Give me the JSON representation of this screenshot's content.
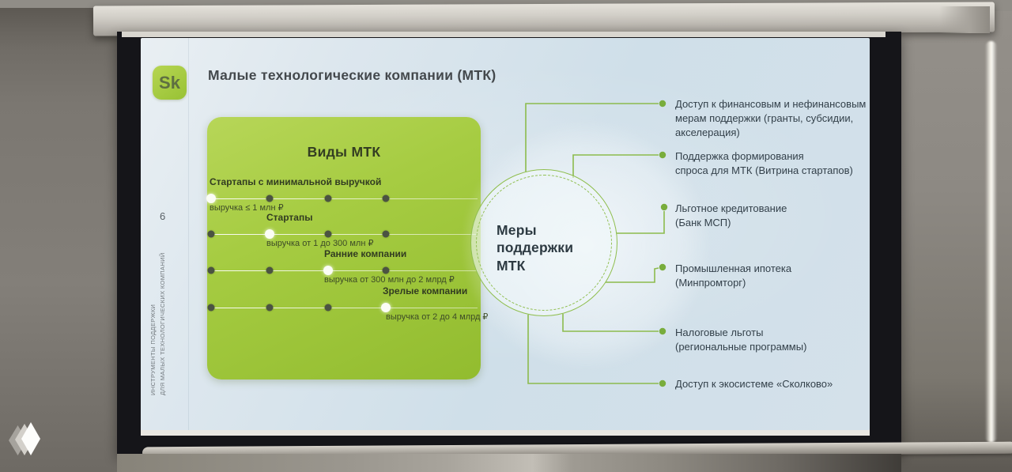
{
  "photo": {
    "watermark_icon": "layered-diamond-logo"
  },
  "slide": {
    "logo_text": "Sk",
    "title": "Малые технологические компании (МТК)",
    "page_number": "6",
    "side_label": {
      "line1": "ИНСТРУМЕНТЫ ПОДДЕРЖКИ",
      "line2": "ДЛЯ МАЛЫХ ТЕХНОЛОГИЧЕСКИХ КОМПАНИЙ"
    },
    "types_box": {
      "title": "Виды МТК",
      "stages": [
        {
          "label": "Стартапы с минимальной выручкой",
          "revenue": "выручка ≤ 1 млн ₽",
          "active_dot": 1
        },
        {
          "label": "Стартапы",
          "revenue": "выручка от 1 до 300 млн ₽",
          "active_dot": 2
        },
        {
          "label": "Ранние компании",
          "revenue": "выручка от 300 млн до 2 млрд ₽",
          "active_dot": 3
        },
        {
          "label": "Зрелые компании",
          "revenue": "выручка от 2 до 4 млрд ₽",
          "active_dot": 4
        }
      ]
    },
    "center_circle": {
      "label": "Меры\nподдержки\nМТК"
    },
    "support_measures": [
      {
        "text": "Доступ к финансовым и нефинансовым\nмерам поддержки (гранты, субсидии,\nакселерация)"
      },
      {
        "text": "Поддержка формирования\nспроса для МТК (Витрина стартапов)"
      },
      {
        "text": "Льготное кредитование\n(Банк МСП)"
      },
      {
        "text": "Промышленная ипотека\n(Минпромторг)"
      },
      {
        "text": "Налоговые льготы\n(региональные программы)"
      },
      {
        "text": "Доступ к экосистеме «Сколково»"
      }
    ],
    "colors": {
      "accent_green": "#9cc437",
      "connector_green": "#8cbb4d",
      "slide_background": "#d4e1ea",
      "text_dark": "#33404a",
      "dot_inactive": "#4b5342",
      "dot_active": "#fbfdf5"
    }
  }
}
